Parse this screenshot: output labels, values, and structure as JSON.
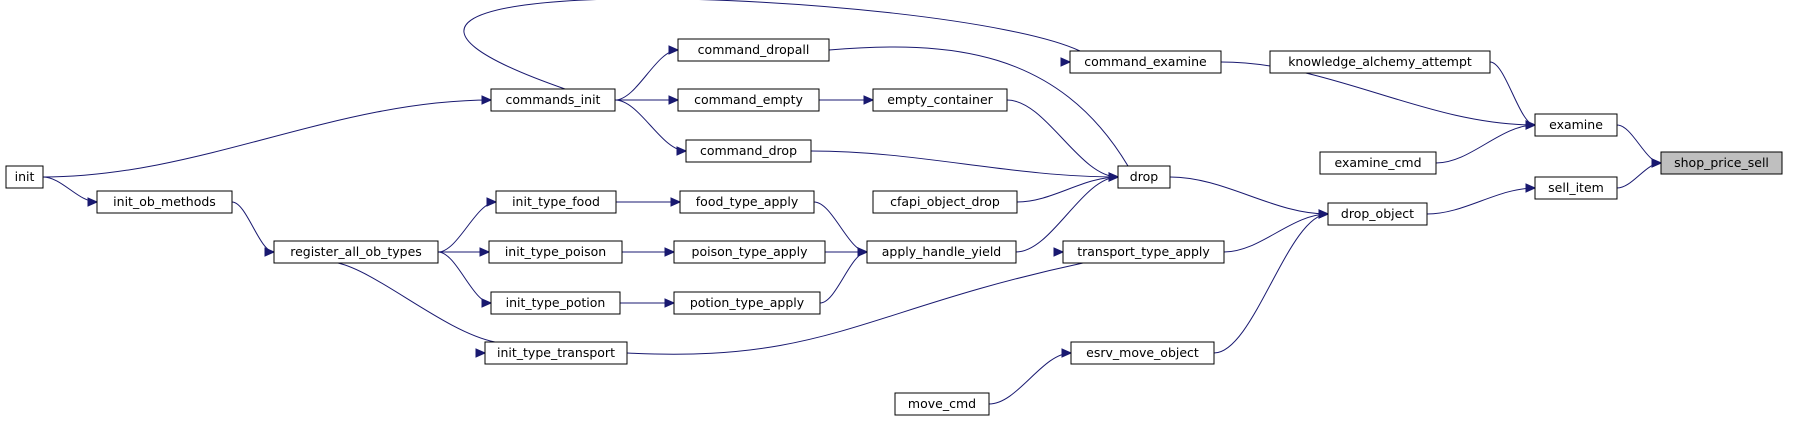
{
  "graph": {
    "edge_color": "#191970",
    "highlight_fill": "#bfbfbf",
    "nodes": {
      "shop_price_sell": "shop_price_sell",
      "examine": "examine",
      "sell_item": "sell_item",
      "knowledge_alchemy_attempt": "knowledge_alchemy_attempt",
      "command_examine": "command_examine",
      "examine_cmd": "examine_cmd",
      "drop_object": "drop_object",
      "drop": "drop",
      "transport_type_apply": "transport_type_apply",
      "esrv_move_object": "esrv_move_object",
      "move_cmd": "move_cmd",
      "command_dropall": "command_dropall",
      "command_empty": "command_empty",
      "empty_container": "empty_container",
      "command_drop": "command_drop",
      "cfapi_object_drop": "cfapi_object_drop",
      "apply_handle_yield": "apply_handle_yield",
      "food_type_apply": "food_type_apply",
      "poison_type_apply": "poison_type_apply",
      "potion_type_apply": "potion_type_apply",
      "commands_init": "commands_init",
      "init_type_food": "init_type_food",
      "init_type_poison": "init_type_poison",
      "init_type_potion": "init_type_potion",
      "init_type_transport": "init_type_transport",
      "register_all_ob_types": "register_all_ob_types",
      "init_ob_methods": "init_ob_methods",
      "init": "init"
    },
    "edges": [
      [
        "examine",
        "shop_price_sell"
      ],
      [
        "sell_item",
        "shop_price_sell"
      ],
      [
        "knowledge_alchemy_attempt",
        "examine"
      ],
      [
        "command_examine",
        "examine"
      ],
      [
        "examine_cmd",
        "examine"
      ],
      [
        "drop_object",
        "sell_item"
      ],
      [
        "drop",
        "drop_object"
      ],
      [
        "transport_type_apply",
        "drop_object"
      ],
      [
        "esrv_move_object",
        "drop_object"
      ],
      [
        "move_cmd",
        "esrv_move_object"
      ],
      [
        "command_dropall",
        "drop"
      ],
      [
        "empty_container",
        "drop"
      ],
      [
        "command_drop",
        "drop"
      ],
      [
        "cfapi_object_drop",
        "drop"
      ],
      [
        "apply_handle_yield",
        "drop"
      ],
      [
        "commands_init",
        "command_examine"
      ],
      [
        "commands_init",
        "command_dropall"
      ],
      [
        "commands_init",
        "command_empty"
      ],
      [
        "commands_init",
        "command_drop"
      ],
      [
        "command_empty",
        "empty_container"
      ],
      [
        "food_type_apply",
        "apply_handle_yield"
      ],
      [
        "poison_type_apply",
        "apply_handle_yield"
      ],
      [
        "potion_type_apply",
        "apply_handle_yield"
      ],
      [
        "init_type_food",
        "food_type_apply"
      ],
      [
        "init_type_poison",
        "poison_type_apply"
      ],
      [
        "init_type_potion",
        "potion_type_apply"
      ],
      [
        "init_type_transport",
        "transport_type_apply"
      ],
      [
        "register_all_ob_types",
        "init_type_food"
      ],
      [
        "register_all_ob_types",
        "init_type_poison"
      ],
      [
        "register_all_ob_types",
        "init_type_potion"
      ],
      [
        "register_all_ob_types",
        "init_type_transport"
      ],
      [
        "init_ob_methods",
        "register_all_ob_types"
      ],
      [
        "init",
        "commands_init"
      ],
      [
        "init",
        "init_ob_methods"
      ]
    ]
  }
}
